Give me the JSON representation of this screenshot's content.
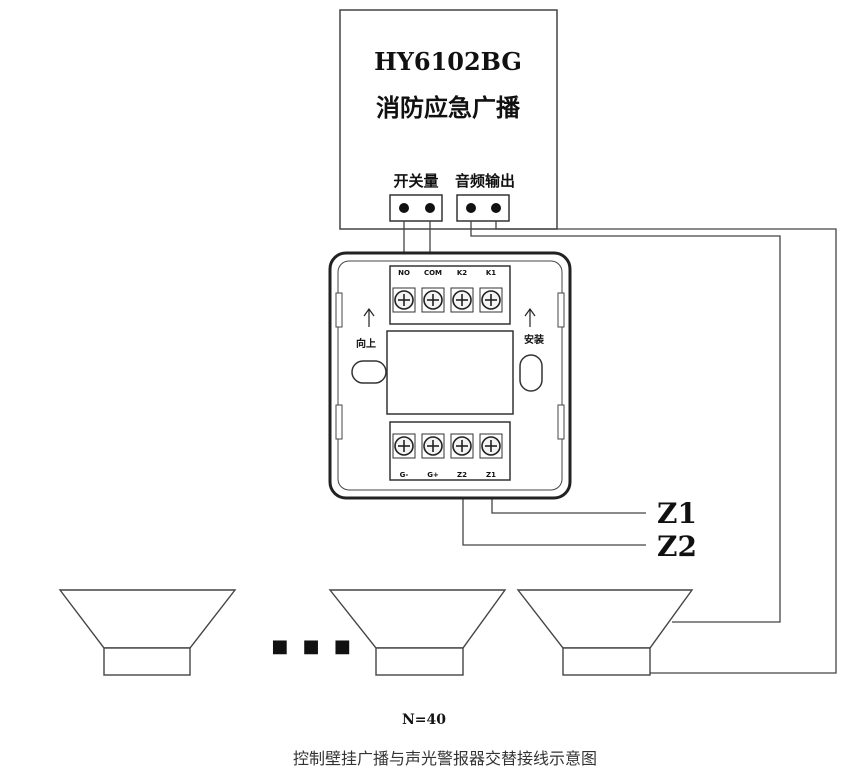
{
  "controller": {
    "model": "HY6102BG",
    "name": "消防应急广播",
    "switch_label": "开关量",
    "audio_label": "音频输出"
  },
  "module": {
    "top_terminals": [
      "NO",
      "COM",
      "K2",
      "K1"
    ],
    "bottom_terminals": [
      "G-",
      "G+",
      "Z2",
      "Z1"
    ],
    "left_label": "向上",
    "right_label": "安装"
  },
  "zones": {
    "z1": "Z1",
    "z2": "Z2"
  },
  "speakers": {
    "ellipsis": "■ ■ ■",
    "count_label": "N=40"
  },
  "caption": "控制壁挂广播与声光警报器交替接线示意图"
}
